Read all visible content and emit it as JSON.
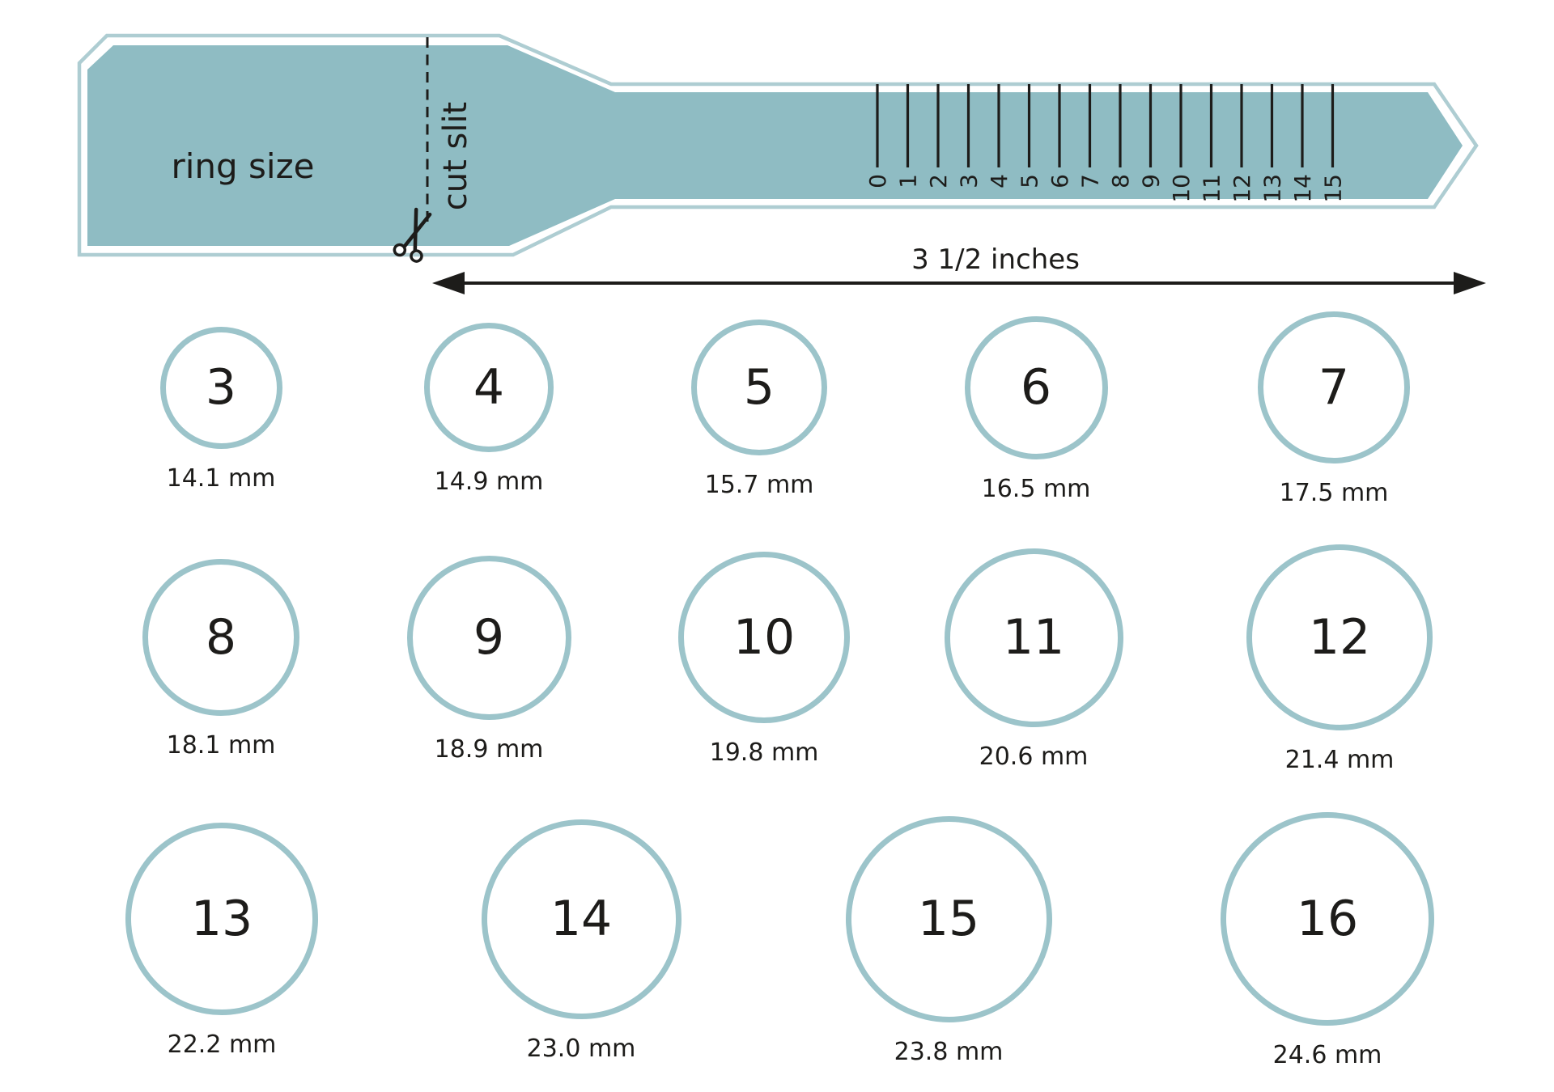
{
  "colors": {
    "teal_fill": "#8fbcc3",
    "teal_outline": "#aecdd2",
    "circle_stroke": "#9cc4ca",
    "ink": "#1d1c1a"
  },
  "ruler": {
    "title": "ring size",
    "cut_label": "cut slit",
    "length_label": "3 1/2 inches",
    "ticks": [
      "0",
      "1",
      "2",
      "3",
      "4",
      "5",
      "6",
      "7",
      "8",
      "9",
      "10",
      "11",
      "12",
      "13",
      "14",
      "15"
    ]
  },
  "rows": [
    {
      "items": [
        {
          "size": "3",
          "mm": 14.1,
          "mm_label": "14.1 mm"
        },
        {
          "size": "4",
          "mm": 14.9,
          "mm_label": "14.9 mm"
        },
        {
          "size": "5",
          "mm": 15.7,
          "mm_label": "15.7 mm"
        },
        {
          "size": "6",
          "mm": 16.5,
          "mm_label": "16.5 mm"
        },
        {
          "size": "7",
          "mm": 17.5,
          "mm_label": "17.5 mm"
        }
      ]
    },
    {
      "items": [
        {
          "size": "8",
          "mm": 18.1,
          "mm_label": "18.1 mm"
        },
        {
          "size": "9",
          "mm": 18.9,
          "mm_label": "18.9 mm"
        },
        {
          "size": "10",
          "mm": 19.8,
          "mm_label": "19.8 mm"
        },
        {
          "size": "11",
          "mm": 20.6,
          "mm_label": "20.6 mm"
        },
        {
          "size": "12",
          "mm": 21.4,
          "mm_label": "21.4 mm"
        }
      ]
    },
    {
      "items": [
        {
          "size": "13",
          "mm": 22.2,
          "mm_label": "22.2 mm"
        },
        {
          "size": "14",
          "mm": 23.0,
          "mm_label": "23.0 mm"
        },
        {
          "size": "15",
          "mm": 23.8,
          "mm_label": "23.8 mm"
        },
        {
          "size": "16",
          "mm": 24.6,
          "mm_label": "24.6 mm"
        }
      ]
    }
  ]
}
